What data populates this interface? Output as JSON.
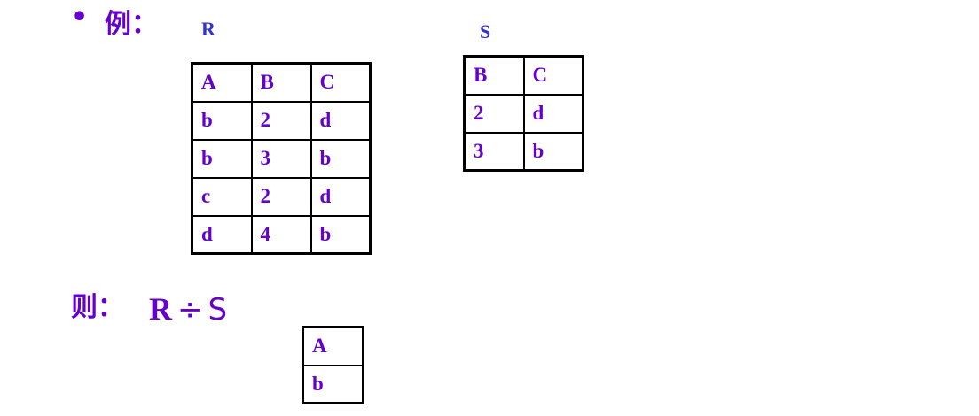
{
  "example": {
    "bullet": "•",
    "label": "例："
  },
  "relation_r": {
    "name": "R",
    "headers": [
      "A",
      "B",
      "C"
    ],
    "rows": [
      [
        "b",
        "2",
        "d"
      ],
      [
        "b",
        "3",
        "b"
      ],
      [
        "c",
        "2",
        "d"
      ],
      [
        "d",
        "4",
        "b"
      ]
    ]
  },
  "relation_s": {
    "name": "S",
    "headers": [
      "B",
      "C"
    ],
    "rows": [
      [
        "2",
        "d"
      ],
      [
        "3",
        "b"
      ]
    ]
  },
  "result": {
    "label": "则：",
    "expression": {
      "left": "R",
      "operator": "÷",
      "right": "S"
    },
    "headers": [
      "A"
    ],
    "rows": [
      [
        "b"
      ]
    ]
  },
  "colors": {
    "text": "#6600cc",
    "relation_name": "#3333cc",
    "border": "#000000"
  }
}
